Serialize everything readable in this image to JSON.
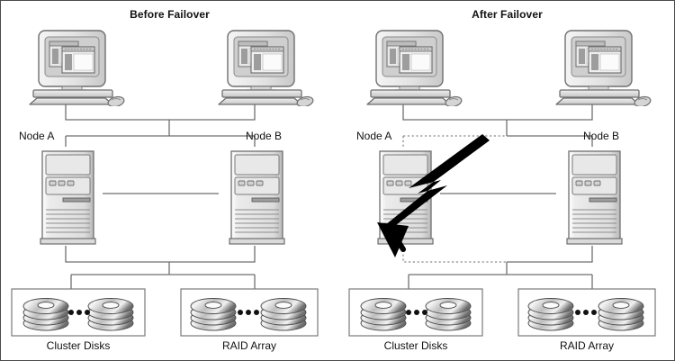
{
  "diagram": {
    "title_left": "Before Failover",
    "title_right": "After Failover",
    "panels": [
      {
        "id": "before",
        "title": "Before Failover",
        "node_a_label": "Node A",
        "node_b_label": "Node B",
        "cluster_disks_label": "Cluster Disks",
        "raid_array_label": "RAID Array",
        "node_a_link_style": "solid",
        "node_a_failed": false,
        "lightning_bolt": false
      },
      {
        "id": "after",
        "title": "After Failover",
        "node_a_label": "Node A",
        "node_b_label": "Node B",
        "cluster_disks_label": "Cluster Disks",
        "raid_array_label": "RAID Array",
        "node_a_link_style": "dotted",
        "node_a_failed": true,
        "lightning_bolt": true
      }
    ],
    "colors": {
      "line": "#6f6f6f",
      "frame": "#4a4a4a",
      "text": "#111111",
      "chassis_fill": "#e3e3e3",
      "chassis_stroke": "#6f6f6f",
      "chassis_dark": "#8c8c8c",
      "screen_fill": "#d6d6d6",
      "bolt": "#000000",
      "disk_light": "#f2f2f2",
      "disk_dark": "#5a5a5a"
    },
    "icons": {
      "workstation": "desktop-computer-icon",
      "server": "server-tower-icon",
      "disk": "disk-stack-icon",
      "bolt": "lightning-bolt-arrow-icon",
      "ellipsis": "ellipsis-dots-icon"
    },
    "disk_groups": {
      "platters_per_stack": 4,
      "stacks_shown": 2,
      "ellipsis_dots": 3
    }
  }
}
